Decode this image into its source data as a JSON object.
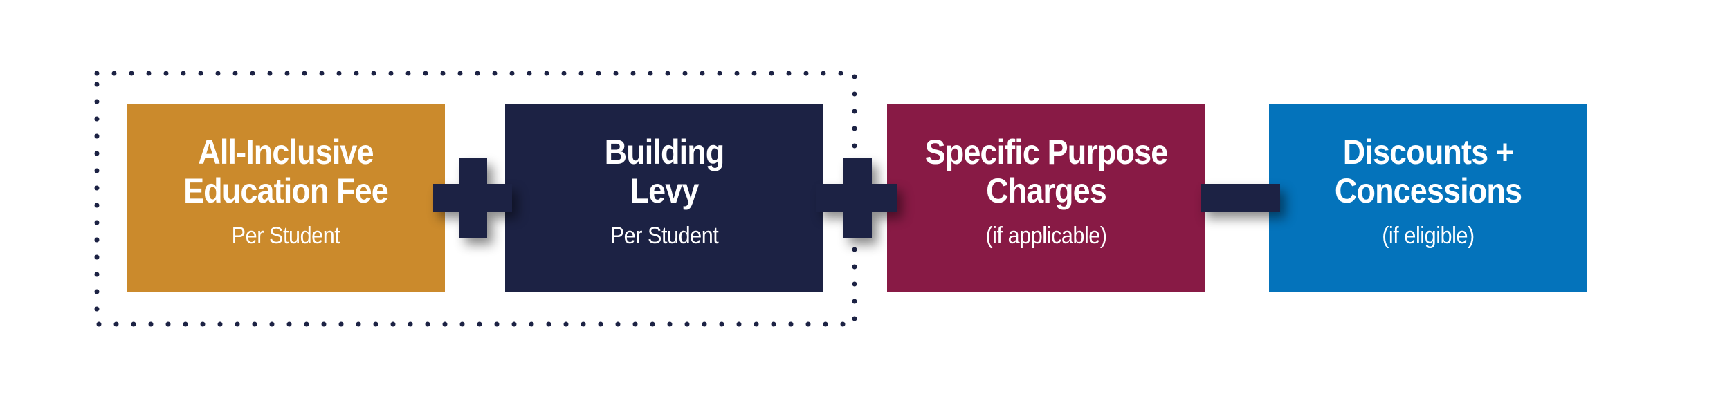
{
  "boxes": [
    {
      "title_line1": "All-Inclusive",
      "title_line2": "Education Fee",
      "subtitle": "Per Student",
      "color": "#cb8a2c"
    },
    {
      "title_line1": "Building",
      "title_line2": "Levy",
      "subtitle": "Per Student",
      "color": "#1c2244"
    },
    {
      "title_line1": "Specific Purpose",
      "title_line2": "Charges",
      "subtitle": "(if applicable)",
      "color": "#881a45"
    },
    {
      "title_line1": "Discounts +",
      "title_line2": "Concessions",
      "subtitle": "(if eligible)",
      "color": "#0473bb"
    }
  ],
  "operators": [
    "plus",
    "plus",
    "minus"
  ],
  "operator_color": "#1c2244"
}
